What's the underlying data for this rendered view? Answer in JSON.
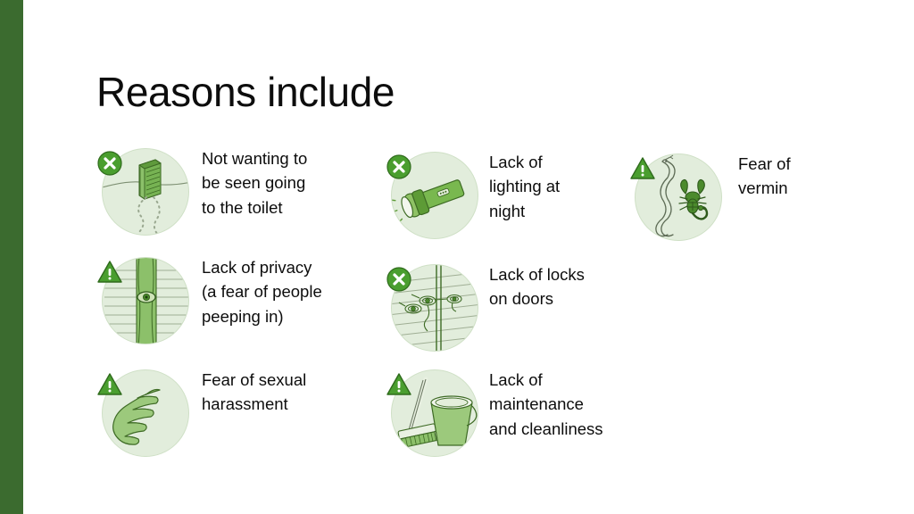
{
  "slide": {
    "title": "Reasons include",
    "accent_bar_color": "#3b6b2f",
    "background_color": "#ffffff",
    "icon_circle_color": "#e2eddc",
    "badge_green": "#4a9e2f",
    "icon_green": "#6fae4e",
    "text_color": "#0d0d0d"
  },
  "columns": [
    {
      "items": [
        {
          "label": "Not wanting to\nbe seen going\nto the toilet",
          "icon": "latrine-path-icon",
          "badge": "cross-badge-icon"
        },
        {
          "label": "Lack of privacy\n(a fear of people\npeeping in)",
          "icon": "eye-peeping-through-wall-icon",
          "badge": "warning-badge-icon"
        },
        {
          "label": "Fear of sexual\nharassment",
          "icon": "hand-icon",
          "badge": "warning-badge-icon"
        }
      ]
    },
    {
      "items": [
        {
          "label": "Lack of\nlighting at\nnight",
          "icon": "flashlight-icon",
          "badge": "cross-badge-icon"
        },
        {
          "label": "Lack of locks\non doors",
          "icon": "door-latch-icon",
          "badge": "cross-badge-icon"
        },
        {
          "label": "Lack of\nmaintenance\nand cleanliness",
          "icon": "mop-bucket-icon",
          "badge": "warning-badge-icon"
        }
      ]
    },
    {
      "items": [
        {
          "label": "Fear of\nvermin",
          "icon": "snake-scorpion-icon",
          "badge": "warning-badge-icon"
        }
      ]
    }
  ]
}
